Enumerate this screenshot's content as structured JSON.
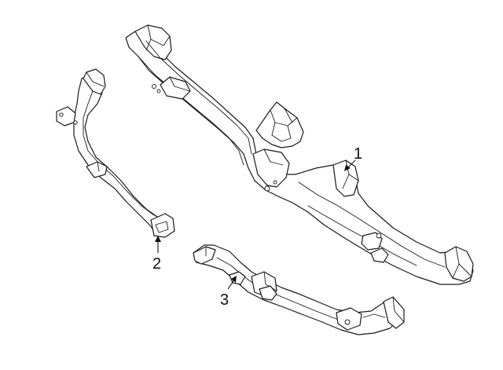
{
  "callouts": [
    {
      "id": "1",
      "label": "1"
    },
    {
      "id": "2",
      "label": "2"
    },
    {
      "id": "3",
      "label": "3"
    }
  ],
  "colors": {
    "line": "#1a1a1a",
    "fill": "#ffffff"
  }
}
